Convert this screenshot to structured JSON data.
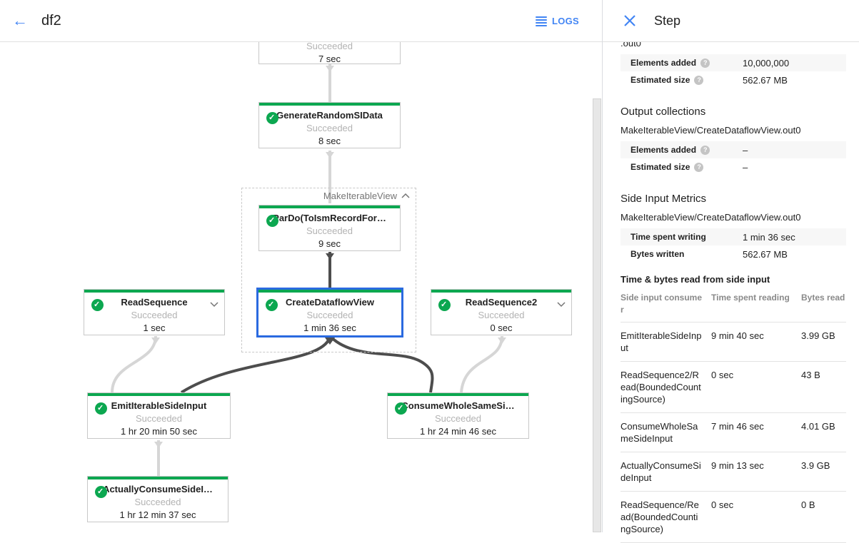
{
  "toolbar": {
    "title": "df2",
    "logs_label": "LOGS"
  },
  "colors": {
    "node_green": "#0ca750",
    "accent_blue": "#4285f4",
    "selected_border": "#2a6ae0",
    "edge_dark": "#4d4d4d",
    "edge_light": "#d6d6d6"
  },
  "graph": {
    "composite_label": "MakeIterableView",
    "nodes": [
      {
        "name": "",
        "status": "Succeeded",
        "time": "7 sec"
      },
      {
        "name": "GenerateRandomSIData",
        "status": "Succeeded",
        "time": "8 sec"
      },
      {
        "name": "ParDo(ToIsmRecordFor…",
        "status": "Succeeded",
        "time": "9 sec"
      },
      {
        "name": "CreateDataflowView",
        "status": "Succeeded",
        "time": "1 min 36 sec"
      },
      {
        "name": "ReadSequence",
        "status": "Succeeded",
        "time": "1 sec"
      },
      {
        "name": "ReadSequence2",
        "status": "Succeeded",
        "time": "0 sec"
      },
      {
        "name": "EmitIterableSideInput",
        "status": "Succeeded",
        "time": "1 hr 20 min 50 sec"
      },
      {
        "name": "ConsumeWholeSameSi…",
        "status": "Succeeded",
        "time": "1 hr 24 min 46 sec"
      },
      {
        "name": "ActuallyConsumeSideI…",
        "status": "Succeeded",
        "time": "1 hr 12 min 37 sec"
      }
    ]
  },
  "panel": {
    "title": "Step",
    "clipped_collection": ".out0",
    "input_metrics": {
      "rows": [
        {
          "label": "Elements added",
          "value": "10,000,000"
        },
        {
          "label": "Estimated size",
          "value": "562.67 MB"
        }
      ]
    },
    "output_collections": {
      "heading": "Output collections",
      "collection": "MakeIterableView/CreateDataflowView.out0",
      "rows": [
        {
          "label": "Elements added",
          "value": "–"
        },
        {
          "label": "Estimated size",
          "value": "–"
        }
      ]
    },
    "side_input_metrics": {
      "heading": "Side Input Metrics",
      "collection": "MakeIterableView/CreateDataflowView.out0",
      "rows": [
        {
          "label": "Time spent writing",
          "value": "1 min 36 sec"
        },
        {
          "label": "Bytes written",
          "value": "562.67 MB"
        }
      ]
    },
    "side_input_table": {
      "heading": "Time & bytes read from side input",
      "columns": [
        "Side input consumer",
        "Time spent reading",
        "Bytes read"
      ],
      "rows": [
        {
          "consumer": "EmitIterableSideInput",
          "time": "9 min 40 sec",
          "bytes": "3.99 GB"
        },
        {
          "consumer": "ReadSequence2/Read(BoundedCountingSource)",
          "time": "0 sec",
          "bytes": "43 B"
        },
        {
          "consumer": "ConsumeWholeSameSideInput",
          "time": "7 min 46 sec",
          "bytes": "4.01 GB"
        },
        {
          "consumer": "ActuallyConsumeSideInput",
          "time": "9 min 13 sec",
          "bytes": "3.9 GB"
        },
        {
          "consumer": "ReadSequence/Read(BoundedCountingSource)",
          "time": "0 sec",
          "bytes": "0 B"
        }
      ]
    }
  }
}
